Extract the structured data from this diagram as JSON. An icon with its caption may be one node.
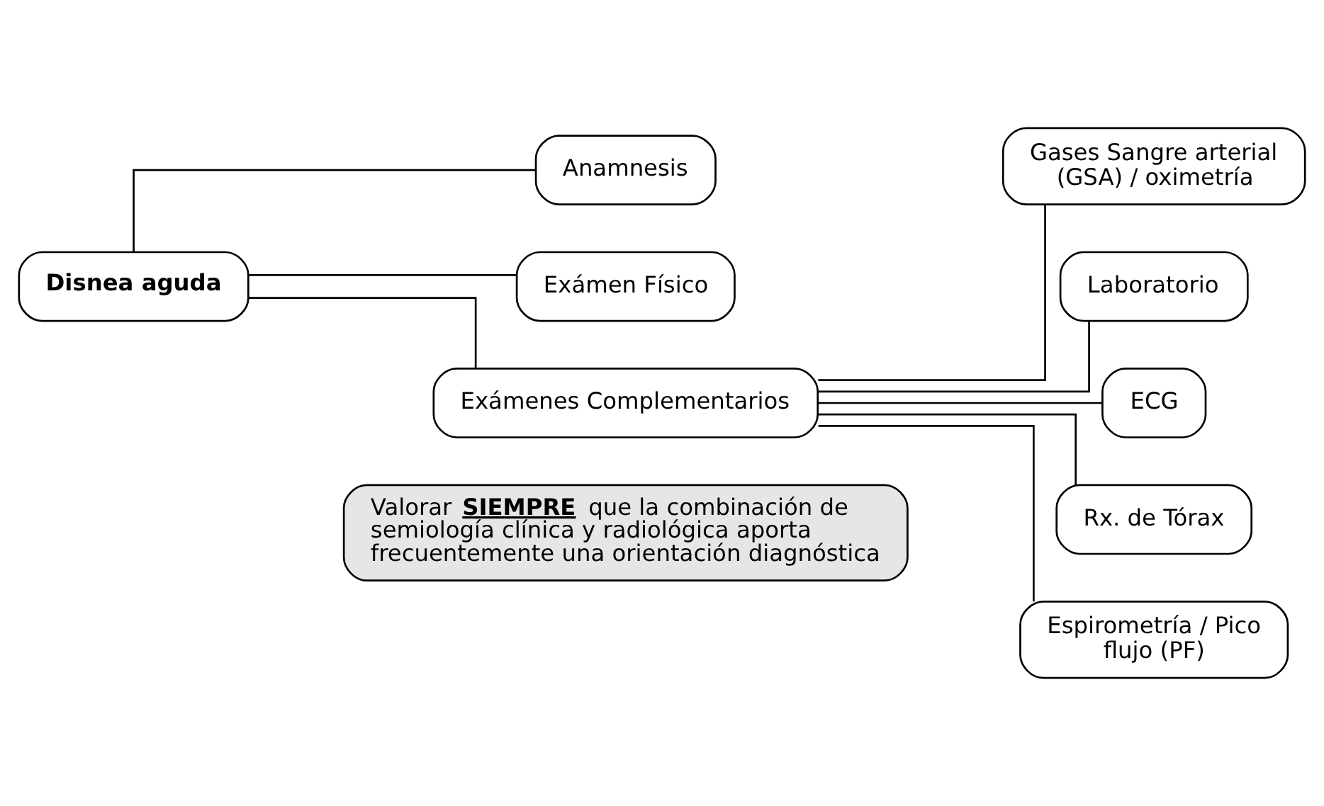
{
  "diagram": {
    "nodes": [
      {
        "text": [
          "Disnea aguda"
        ]
      },
      {
        "text": [
          "Anamnesis"
        ]
      },
      {
        "text": [
          "Exámen Físico"
        ]
      },
      {
        "text": [
          "Exámenes Complementarios"
        ]
      },
      {
        "text": [
          "Gases Sangre arterial (GSA) / oximetría"
        ]
      },
      {
        "text": [
          "Laboratorio"
        ]
      },
      {
        "text": [
          "ECG"
        ]
      },
      {
        "text": [
          "Rx. de Tórax"
        ]
      },
      {
        "text": [
          "Espirometría / Pico flujo (PF)"
        ]
      },
      {
        "text": [
          "Valorar **SIEMPRE** que la combinación de semiología clínica y radiológica aporta frecuentemente una orientación diagnóstica"
        ]
      }
    ],
    "edges": [
      {
        "from": 0,
        "to": 1,
        "arrow": "none"
      },
      {
        "from": 0,
        "to": 2,
        "arrow": "none"
      },
      {
        "from": 0,
        "to": 3,
        "arrow": "none"
      },
      {
        "from": 3,
        "to": 4,
        "arrow": "none"
      },
      {
        "from": 3,
        "to": 5,
        "arrow": "none"
      },
      {
        "from": 3,
        "to": 6,
        "arrow": "none"
      },
      {
        "from": 3,
        "to": 7,
        "arrow": "none"
      },
      {
        "from": 3,
        "to": 8,
        "arrow": "none"
      }
    ]
  }
}
